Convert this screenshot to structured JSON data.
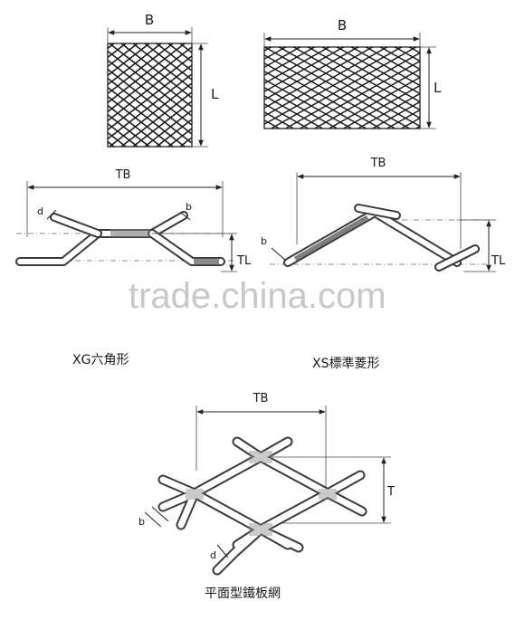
{
  "panel_plain": {
    "width_label": "B",
    "length_label": "L"
  },
  "panel_standard": {
    "width_label": "B",
    "length_label": "L"
  },
  "section_hex": {
    "span_label": "TB",
    "thickness_label": "d",
    "strand_width_label": "b",
    "pitch_label": "TL",
    "caption": "XG六角形"
  },
  "section_diamond": {
    "span_label": "TB",
    "strand_width_label": "b",
    "pitch_label": "TL",
    "caption": "XS標準菱形"
  },
  "flat_mesh": {
    "span_label": "TB",
    "height_label": "T",
    "strand_width_label": "b",
    "thickness_label": "d",
    "caption": "平面型鐵板網"
  },
  "watermark": "trade.china.com"
}
